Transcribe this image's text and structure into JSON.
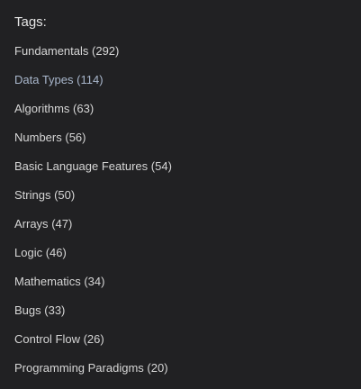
{
  "tags_panel": {
    "title": "Tags:",
    "items": [
      {
        "label": "Fundamentals",
        "count": "(292)",
        "visited": false
      },
      {
        "label": "Data Types",
        "count": "(114)",
        "visited": true
      },
      {
        "label": "Algorithms",
        "count": "(63)",
        "visited": false
      },
      {
        "label": "Numbers",
        "count": "(56)",
        "visited": false
      },
      {
        "label": "Basic Language Features",
        "count": "(54)",
        "visited": false
      },
      {
        "label": "Strings",
        "count": "(50)",
        "visited": false
      },
      {
        "label": "Arrays",
        "count": "(47)",
        "visited": false
      },
      {
        "label": "Logic",
        "count": "(46)",
        "visited": false
      },
      {
        "label": "Mathematics",
        "count": "(34)",
        "visited": false
      },
      {
        "label": "Bugs",
        "count": "(33)",
        "visited": false
      },
      {
        "label": "Control Flow",
        "count": "(26)",
        "visited": false
      },
      {
        "label": "Programming Paradigms",
        "count": "(20)",
        "visited": false
      }
    ]
  },
  "colors": {
    "background": "#212123",
    "text": "#d6d6d6",
    "visited_link": "#a9b7cc"
  }
}
